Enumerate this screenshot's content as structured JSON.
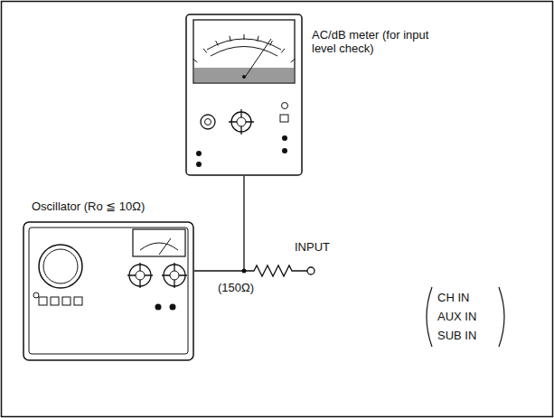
{
  "diagram": {
    "nodes": [
      {
        "text": [
          "AC/dB meter (for input level check)"
        ]
      },
      {
        "text": [
          "Oscillator (Ro ≦ 10Ω)"
        ]
      }
    ],
    "edges": [
      {
        "from": 1,
        "to": 0,
        "arrow": "none"
      }
    ],
    "labels": [
      "(150Ω)",
      "INPUT",
      "CH IN",
      "AUX IN",
      "SUB IN"
    ]
  }
}
